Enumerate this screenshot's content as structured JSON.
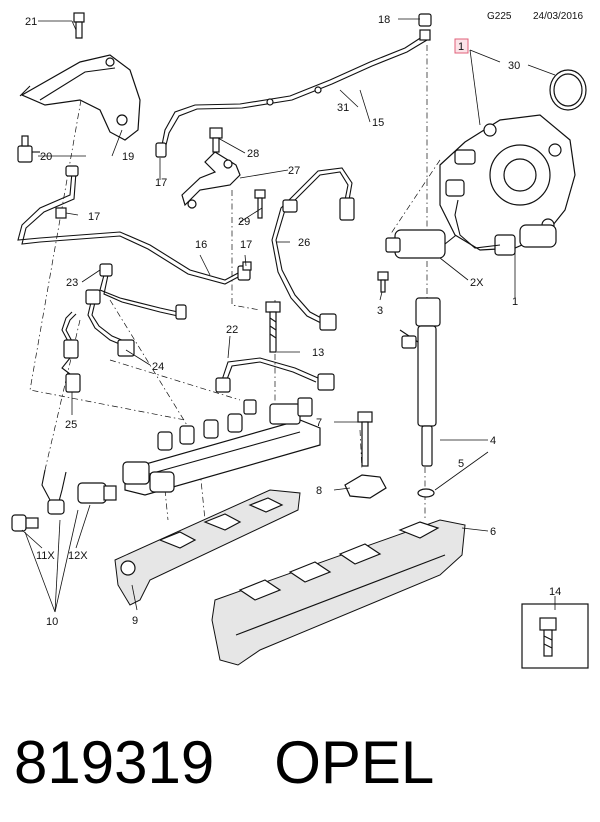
{
  "header": {
    "code": "G225",
    "date": "24/03/2016"
  },
  "callouts": {
    "c1_boxed": "1",
    "c1": "1",
    "c2x": "2X",
    "c3": "3",
    "c4": "4",
    "c5": "5",
    "c6": "6",
    "c7": "7",
    "c8": "8",
    "c9": "9",
    "c10": "10",
    "c11x": "11X",
    "c12x": "12X",
    "c13": "13",
    "c14": "14",
    "c15": "15",
    "c16": "16",
    "c17a": "17",
    "c17b": "17",
    "c17c": "17",
    "c18": "18",
    "c19": "19",
    "c20": "20",
    "c21": "21",
    "c22": "22",
    "c23": "23",
    "c24": "24",
    "c25": "25",
    "c26": "26",
    "c27": "27",
    "c28": "28",
    "c29": "29",
    "c30": "30",
    "c31": "31"
  },
  "footer": {
    "part_number": "819319",
    "brand": "OPEL"
  },
  "colors": {
    "line": "#111111",
    "callout_box": "#e0607a",
    "callout_box_fill": "#fbe3e8"
  }
}
